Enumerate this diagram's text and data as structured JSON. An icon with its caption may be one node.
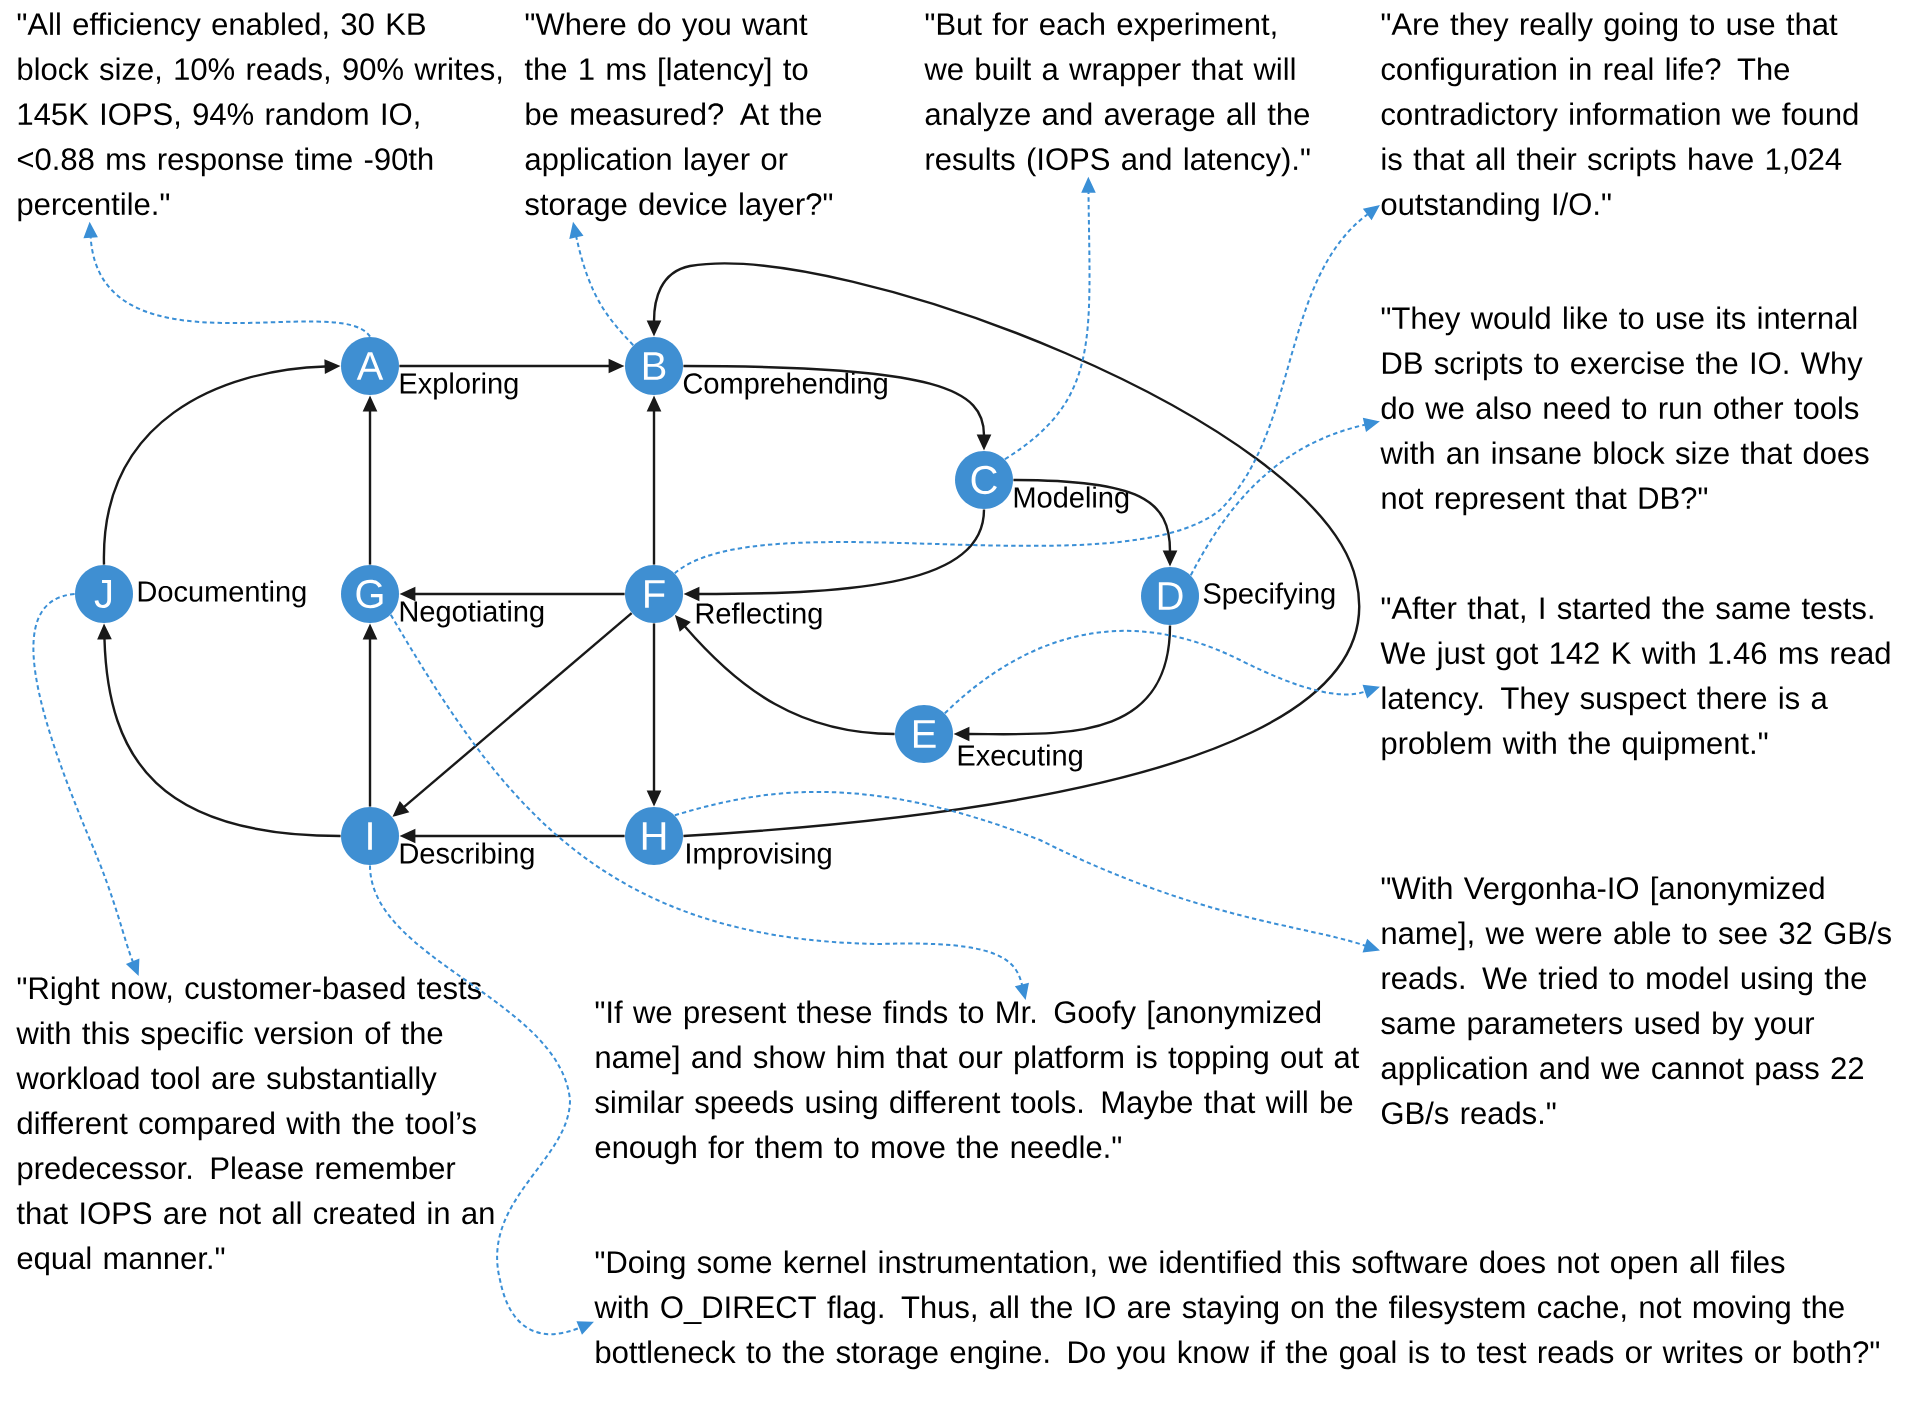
{
  "diagram": {
    "nodes": [
      {
        "text": [
          "A"
        ],
        "beside": [
          "Exploring"
        ]
      },
      {
        "text": [
          "B"
        ],
        "beside": [
          "Comprehending"
        ]
      },
      {
        "text": [
          "C"
        ],
        "beside": [
          "Modeling"
        ]
      },
      {
        "text": [
          "D"
        ],
        "beside": [
          "Specifying"
        ]
      },
      {
        "text": [
          "E"
        ],
        "beside": [
          "Executing"
        ]
      },
      {
        "text": [
          "F"
        ],
        "beside": [
          "Reflecting"
        ]
      },
      {
        "text": [
          "G"
        ],
        "beside": [
          "Negotiating"
        ]
      },
      {
        "text": [
          "H"
        ],
        "beside": [
          "Improvising"
        ]
      },
      {
        "text": [
          "I"
        ],
        "beside": [
          "Describing"
        ]
      },
      {
        "text": [
          "J"
        ],
        "beside": [
          "Documenting"
        ]
      },
      {
        "text": [
          "\"All efficiency enabled, 30 KB block size, 10% reads, 90% writes, 145K IOPS, 94% random IO, <0.88 ms response time -90th percentile.\""
        ]
      },
      {
        "text": [
          "\"Where do you want the 1 ms [latency] to be measured? At the application layer or storage device layer?\""
        ]
      },
      {
        "text": [
          "\"But for each experiment, we built a wrapper that will analyze and average all the results (IOPS and latency).\""
        ]
      },
      {
        "text": [
          "\"Are they really going to use that configuration in real life? The contradictory information we found is that all their scripts have 1,024 outstanding I/O.\""
        ]
      },
      {
        "text": [
          "\"They would like to use its internal DB scripts to exercise the IO. Why do we also need to run other tools with an insane block size that does not represent that DB?\""
        ]
      },
      {
        "text": [
          "\"After that, I started the same tests. We just got 142 K with 1.46 ms read latency. They suspect there is a problem with the quipment.\""
        ]
      },
      {
        "text": [
          "\"With Vergonha-IO [anonymized name], we were able to see 32 GB/s reads. We tried to model using the same parameters used by your application and we cannot pass 22 GB/s reads.\""
        ]
      },
      {
        "text": [
          "\"Right now, customer-based tests with this specific version of the workload tool are substantially different compared with the tool’s predecessor. Please remember that IOPS are not all created in an equal manner.\""
        ]
      },
      {
        "text": [
          "\"If we present these finds to Mr. Goofy [anonymized name] and show him that our platform is topping out at similar speeds using different tools. Maybe that will be enough for them to move the needle.\""
        ]
      },
      {
        "text": [
          "\"Doing some kernel instrumentation, we identified this software does not open all files with O_DIRECT flag. Thus, all the IO are staying on the filesystem cache, not moving the bottleneck to the storage engine. Do you know if the goal is to test reads or writes or both?\""
        ]
      }
    ],
    "edges": [
      {
        "from": 0,
        "to": 1,
        "arrow": "to"
      },
      {
        "from": 1,
        "to": 2,
        "arrow": "to"
      },
      {
        "from": 2,
        "to": 3,
        "arrow": "to"
      },
      {
        "from": 2,
        "to": 5,
        "arrow": "to"
      },
      {
        "from": 3,
        "to": 4,
        "arrow": "to"
      },
      {
        "from": 4,
        "to": 5,
        "arrow": "to"
      },
      {
        "from": 5,
        "to": 1,
        "arrow": "to"
      },
      {
        "from": 5,
        "to": 6,
        "arrow": "to"
      },
      {
        "from": 5,
        "to": 7,
        "arrow": "to"
      },
      {
        "from": 5,
        "to": 8,
        "arrow": "to"
      },
      {
        "from": 6,
        "to": 0,
        "arrow": "to"
      },
      {
        "from": 8,
        "to": 6,
        "arrow": "to"
      },
      {
        "from": 8,
        "to": 9,
        "arrow": "to"
      },
      {
        "from": 9,
        "to": 0,
        "arrow": "to"
      },
      {
        "from": 7,
        "to": 8,
        "arrow": "to"
      },
      {
        "from": 7,
        "to": 1,
        "arrow": "to"
      },
      {
        "from": 0,
        "to": 10,
        "arrow": "to",
        "style": "dashed",
        "color": "#3a8fd6"
      },
      {
        "from": 1,
        "to": 11,
        "arrow": "to",
        "style": "dashed",
        "color": "#3a8fd6"
      },
      {
        "from": 2,
        "to": 12,
        "arrow": "to",
        "style": "dashed",
        "color": "#3a8fd6"
      },
      {
        "from": 5,
        "to": 13,
        "arrow": "to",
        "style": "dashed",
        "color": "#3a8fd6"
      },
      {
        "from": 3,
        "to": 14,
        "arrow": "to",
        "style": "dashed",
        "color": "#3a8fd6"
      },
      {
        "from": 4,
        "to": 15,
        "arrow": "to",
        "style": "dashed",
        "color": "#3a8fd6"
      },
      {
        "from": 7,
        "to": 16,
        "arrow": "to",
        "style": "dashed",
        "color": "#3a8fd6"
      },
      {
        "from": 6,
        "to": 18,
        "arrow": "to",
        "style": "dashed",
        "color": "#3a8fd6"
      },
      {
        "from": 9,
        "to": 17,
        "arrow": "to",
        "style": "dashed",
        "color": "#3a8fd6"
      },
      {
        "from": 8,
        "to": 19,
        "arrow": "to",
        "style": "dashed",
        "color": "#3a8fd6"
      }
    ]
  }
}
